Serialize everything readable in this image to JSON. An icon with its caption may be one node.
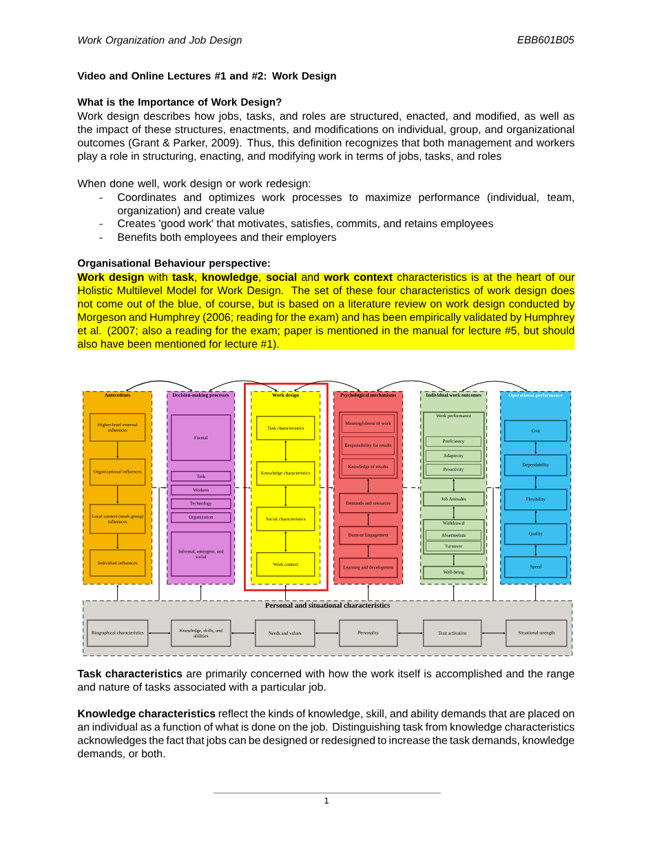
{
  "diagram": {
    "title": "Video and Online Lectures #1 and #2: Work Design",
    "nodes": [
      {
        "text": [
          "Antecedents"
        ]
      },
      {
        "text": [
          "Higher-level external influences"
        ],
        "in": 0
      },
      {
        "text": [
          "Organizational influences"
        ],
        "in": 0
      },
      {
        "text": [
          "Local context (work group) influences"
        ],
        "in": 0
      },
      {
        "text": [
          "Individual influences"
        ],
        "in": 0
      },
      {
        "text": [
          "Decision-making processes"
        ]
      },
      {
        "text": [
          "Formal"
        ],
        "in": 5
      },
      {
        "text": [
          "Task"
        ],
        "in": 5
      },
      {
        "text": [
          "Workers"
        ],
        "in": 5
      },
      {
        "text": [
          "Technology"
        ],
        "in": 5
      },
      {
        "text": [
          "Organization"
        ],
        "in": 5
      },
      {
        "text": [
          "Informal, emergent, and social"
        ],
        "in": 5
      },
      {
        "text": [],
        "shape": "box"
      },
      {
        "text": [
          "Work design"
        ],
        "in": 12
      },
      {
        "text": [
          "Task characteristics"
        ],
        "in": 13
      },
      {
        "text": [
          "Knowledge characteristics"
        ],
        "in": 13
      },
      {
        "text": [
          "Social characteristics"
        ],
        "in": 13
      },
      {
        "text": [
          "Work context"
        ],
        "in": 13
      },
      {
        "text": [
          "Psychological mechanisms"
        ]
      },
      {
        "text": [],
        "shape": "box",
        "in": 18
      },
      {
        "text": [
          "Meaningfulness of work"
        ],
        "in": 19
      },
      {
        "text": [
          "Responsibility for results"
        ],
        "in": 19
      },
      {
        "text": [
          "Knowledge of results"
        ],
        "in": 19
      },
      {
        "text": [
          "Demands and resources"
        ],
        "in": 18
      },
      {
        "text": [
          "Burnout Engagement"
        ],
        "in": 18
      },
      {
        "text": [
          "Learning and development"
        ],
        "in": 18
      },
      {
        "text": [
          "Individual work outcomes"
        ]
      },
      {
        "text": [
          "Work performance"
        ],
        "in": 26
      },
      {
        "text": [
          "Proficiency"
        ],
        "in": 27
      },
      {
        "text": [
          "Adaptivity"
        ],
        "in": 27
      },
      {
        "text": [
          "Proactivity"
        ],
        "in": 27
      },
      {
        "text": [
          "Job Attitudes"
        ],
        "in": 26
      },
      {
        "text": [
          "Withdrawal"
        ],
        "in": 26
      },
      {
        "text": [
          "Absenteeism"
        ],
        "in": 32
      },
      {
        "text": [
          "Turnover"
        ],
        "in": 32
      },
      {
        "text": [
          "Well-being"
        ],
        "in": 26
      },
      {
        "text": [
          "Operational performance"
        ]
      },
      {
        "text": [
          "Cost"
        ],
        "in": 36
      },
      {
        "text": [
          "Dependability"
        ],
        "in": 36
      },
      {
        "text": [
          "Flexibility"
        ],
        "in": 36
      },
      {
        "text": [
          "Quality"
        ],
        "in": 36
      },
      {
        "text": [
          "Speed"
        ],
        "in": 36
      },
      {
        "text": [
          "Personal and situational characteristics"
        ]
      },
      {
        "text": [
          "Biographical characteristics"
        ],
        "in": 42
      },
      {
        "text": [
          "Knowledge, skills, and abilities"
        ],
        "in": 42
      },
      {
        "text": [
          "Needs and values"
        ],
        "in": 42
      },
      {
        "text": [
          "Personality"
        ],
        "in": 42
      },
      {
        "text": [
          "Trait activation"
        ],
        "in": 42
      },
      {
        "text": [
          "Situational strength"
        ],
        "in": 42
      }
    ],
    "edges": [
      {
        "from": 1,
        "to": 2,
        "arrow": "to"
      },
      {
        "from": 2,
        "to": 3,
        "arrow": "to"
      },
      {
        "from": 3,
        "to": 4,
        "arrow": "to"
      },
      {
        "from": 14,
        "to": 15,
        "arrow": "both"
      },
      {
        "from": 15,
        "to": 16,
        "arrow": "both"
      },
      {
        "from": 16,
        "to": 17,
        "arrow": "both"
      },
      {
        "from": 19,
        "to": 23,
        "arrow": "both"
      },
      {
        "from": 23,
        "to": 24,
        "arrow": "both"
      },
      {
        "from": 24,
        "to": 25,
        "arrow": "both"
      },
      {
        "from": 27,
        "to": 31,
        "arrow": "both"
      },
      {
        "from": 31,
        "to": 32,
        "arrow": "both"
      },
      {
        "from": 32,
        "to": 35,
        "arrow": "both"
      },
      {
        "from": 37,
        "to": 38,
        "arrow": "both"
      },
      {
        "from": 38,
        "to": 39,
        "arrow": "both"
      },
      {
        "from": 39,
        "to": 40,
        "arrow": "both"
      },
      {
        "from": 40,
        "to": 41,
        "arrow": "both"
      },
      {
        "from": 0,
        "to": 5,
        "arrow": "to",
        "style": "dashed"
      },
      {
        "from": 5,
        "to": 13,
        "arrow": "to",
        "style": "dashed"
      },
      {
        "from": 13,
        "to": 18,
        "arrow": "to",
        "style": "dashed"
      },
      {
        "from": 18,
        "to": 26,
        "arrow": "to",
        "style": "dashed"
      },
      {
        "from": 26,
        "to": 36,
        "arrow": "to",
        "style": "dashed"
      },
      {
        "from": 5,
        "to": 0,
        "arrow": "both"
      },
      {
        "from": 13,
        "to": 5,
        "arrow": "both"
      },
      {
        "from": 18,
        "to": 13,
        "arrow": "both"
      },
      {
        "from": 26,
        "to": 18,
        "arrow": "both"
      },
      {
        "from": 36,
        "to": 26,
        "arrow": "both"
      },
      {
        "from": 42,
        "to": 0,
        "arrow": "to"
      },
      {
        "from": 42,
        "to": 5,
        "arrow": "to"
      },
      {
        "from": 42,
        "to": 13,
        "arrow": "to"
      },
      {
        "from": 42,
        "to": 18,
        "arrow": "to"
      },
      {
        "from": 42,
        "to": 26,
        "arrow": "to"
      },
      {
        "from": 42,
        "to": 36,
        "arrow": "to"
      },
      {
        "from": 42,
        "to": 5,
        "arrow": "none"
      },
      {
        "from": 42,
        "to": 26,
        "arrow": "none"
      },
      {
        "from": 43,
        "to": 44,
        "arrow": "both"
      },
      {
        "from": 44,
        "to": 45,
        "arrow": "both"
      },
      {
        "from": 45,
        "to": 46,
        "arrow": "both"
      },
      {
        "from": 46,
        "to": 47,
        "arrow": "both"
      },
      {
        "from": 47,
        "to": 48,
        "arrow": "both"
      }
    ],
    "labels": [
      "Work Organization and Job Design",
      "EBB601B05",
      "What is the Importance of Work Design?",
      "Work design describes how jobs, tasks, and roles are structured, enacted, and modified, as well as the impact of these structures, enactments, and modifications on individual, group, and organizational outcomes (Grant & Parker, 2009). Thus, this definition recognizes that both management and workers play a role in structuring, enacting, and modifying work in terms of jobs, tasks, and roles",
      "When done well, work design or work redesign:",
      "Coordinates and optimizes work processes to maximize performance (individual, team, organization) and create value",
      "Creates 'good work' that motivates, satisfies, commits, and retains employees",
      "Benefits both employees and their employers",
      "Organisational Behaviour perspective:",
      "**Work design** with **task**, **knowledge**, **social** and **work context** characteristics is at the heart of our Holistic Multilevel Model for Work Design. The set of these four characteristics of work design does not come out of the blue, of course, but is based on a literature review on work design conducted by Morgeson and Humphrey (2006; reading for the exam) and has been empirically validated by Humphrey et al. (2007; also a reading for the exam; paper is mentioned in the manual for lecture #5, but should also have been mentioned for lecture #1).",
      "**Task characteristics** are primarily concerned with how the work itself is accomplished and the range and nature of tasks associated with a particular job.",
      "**Knowledge characteristics** reflect the kinds of knowledge, skill, and ability demands that are placed on an individual as a function of what is done on the job. Distinguishing task from knowledge characteristics acknowledges the fact that jobs can be designed or redesigned to increase the task demands, knowledge demands, or both.",
      "1"
    ]
  }
}
